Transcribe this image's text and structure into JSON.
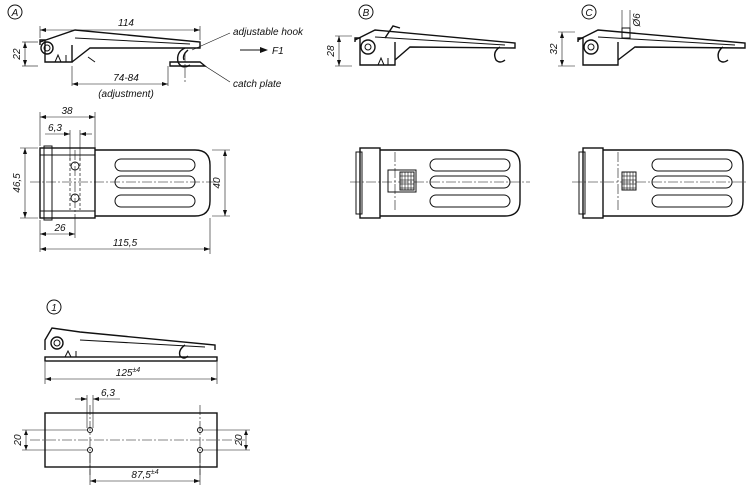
{
  "views": {
    "A": {
      "badge": "A",
      "dims": {
        "length": "114",
        "height": "22",
        "adjust": "74-84",
        "adjust_note": "(adjustment)"
      }
    },
    "B": {
      "badge": "B",
      "dims": {
        "height": "28"
      }
    },
    "C": {
      "badge": "C",
      "dims": {
        "height": "32",
        "diameter": "Ø6"
      }
    },
    "plan": {
      "dims": {
        "d38": "38",
        "d63": "6,3",
        "d465": "46,5",
        "d26": "26",
        "d1155": "115,5",
        "d40": "40"
      }
    },
    "one": {
      "badge": "1",
      "dims": {
        "length": "125",
        "length_tol": "±4",
        "d63": "6,3",
        "w20_left": "20",
        "w20_right": "20",
        "spacing": "87,5",
        "spacing_tol": "±4"
      }
    }
  },
  "labels": {
    "hook": "adjustable hook",
    "force": "F1",
    "plate": "catch plate"
  }
}
